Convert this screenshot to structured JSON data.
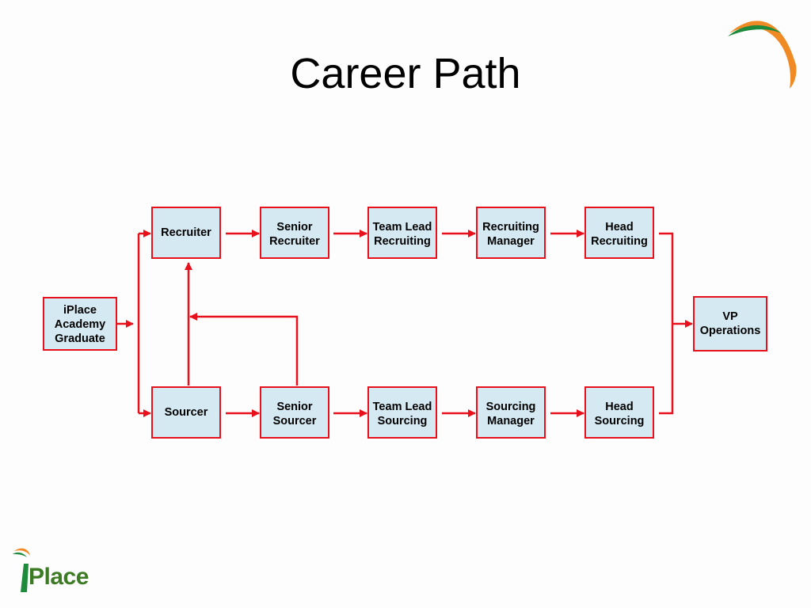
{
  "title": "Career Path",
  "colors": {
    "box_fill": "#d5e9f2",
    "box_border": "#e8101a",
    "connector": "#e8101a",
    "logo_orange": "#f08a24",
    "logo_green": "#1e8a3c"
  },
  "diagram": {
    "start": "iPlace\nAcademy\nGraduate",
    "end": "VP\nOperations",
    "recruiting_track": [
      "Recruiter",
      "Senior\nRecruiter",
      "Team Lead\nRecruiting",
      "Recruiting\nManager",
      "Head\nRecruiting"
    ],
    "sourcing_track": [
      "Sourcer",
      "Senior\nSourcer",
      "Team Lead\nSourcing",
      "Sourcing\nManager",
      "Head\nSourcing"
    ]
  },
  "logo": {
    "brand_text": "Place",
    "mark_icon": "swoosh-logo-icon"
  }
}
